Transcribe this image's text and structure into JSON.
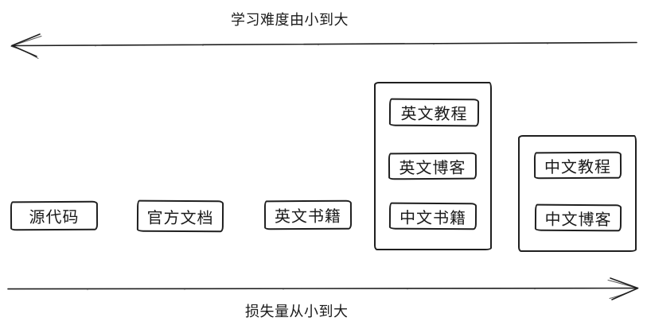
{
  "diagram": {
    "top_arrow_label": "学习难度由小到大",
    "bottom_arrow_label": "损失量从小到大",
    "boxes": {
      "source_code": "源代码",
      "official_docs": "官方文档",
      "english_books": "英文书籍",
      "english_tutorials": "英文教程",
      "english_blogs": "英文博客",
      "chinese_books": "中文书籍",
      "chinese_tutorials": "中文教程",
      "chinese_blogs": "中文博客"
    },
    "colors": {
      "stroke": "#1f1f1f",
      "text": "#1a1a1a",
      "background": "#ffffff"
    }
  }
}
